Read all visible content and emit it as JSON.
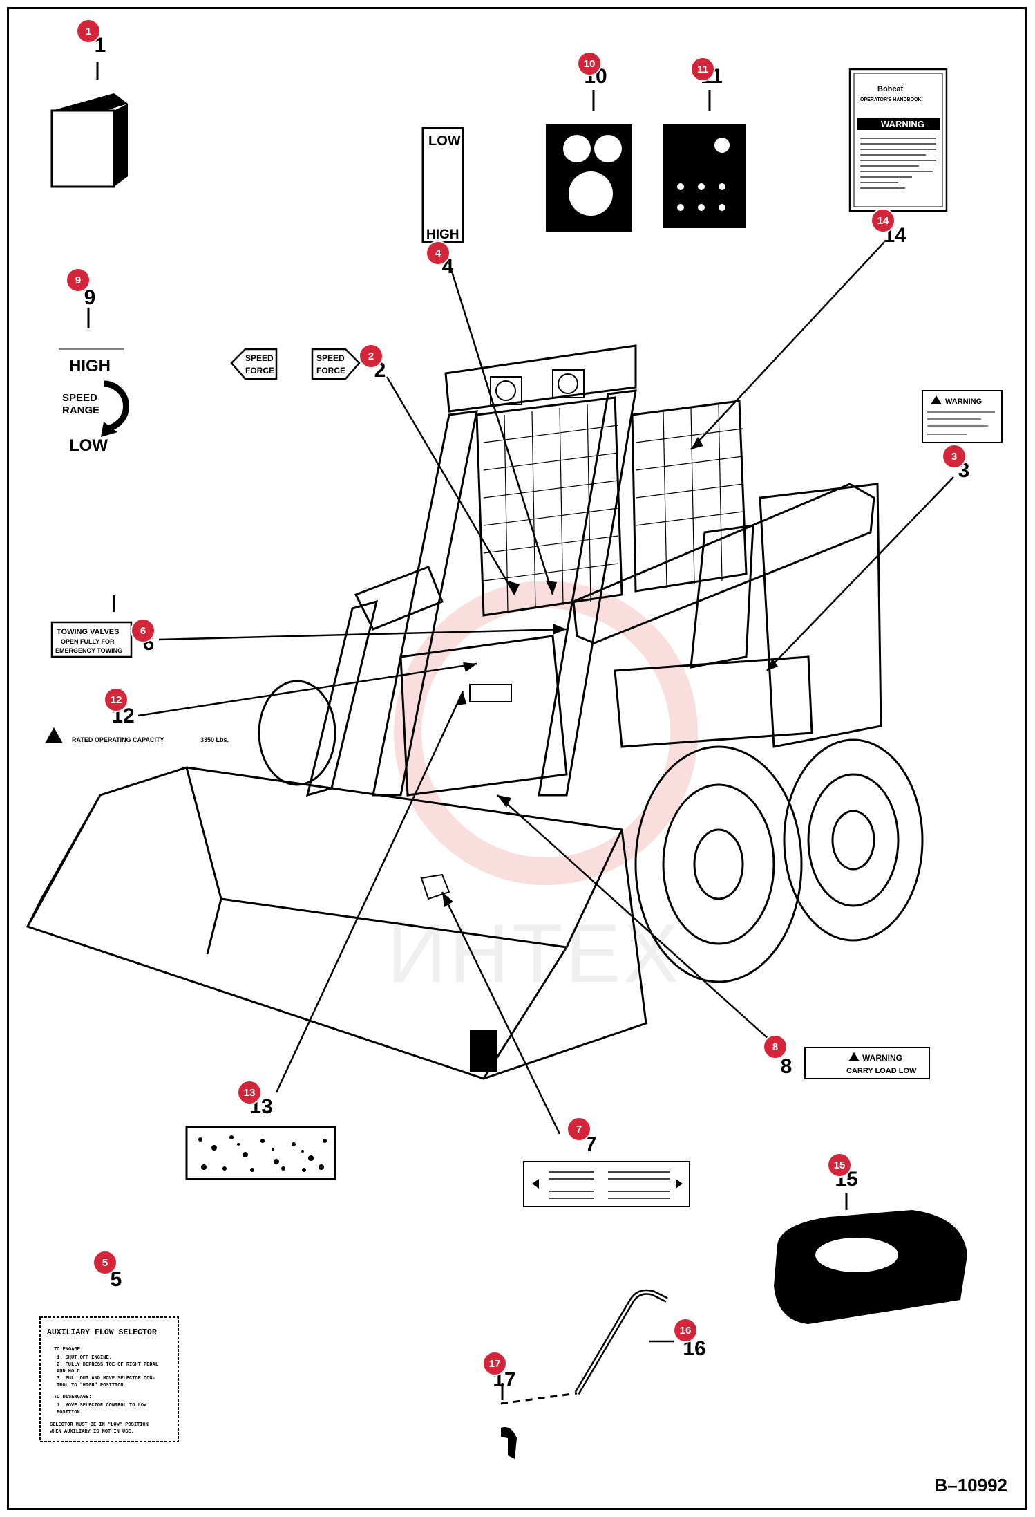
{
  "drawing_ref": "B–10992",
  "watermark": "ИНТЕХ",
  "callouts": [
    {
      "num": "1",
      "badge": "1"
    },
    {
      "num": "2",
      "badge": "2"
    },
    {
      "num": "3",
      "badge": "3"
    },
    {
      "num": "4",
      "badge": "4"
    },
    {
      "num": "5",
      "badge": "5"
    },
    {
      "num": "6",
      "badge": "6"
    },
    {
      "num": "7",
      "badge": "7"
    },
    {
      "num": "8",
      "badge": "8"
    },
    {
      "num": "9",
      "badge": "9"
    },
    {
      "num": "10",
      "badge": "10"
    },
    {
      "num": "11",
      "badge": "11"
    },
    {
      "num": "12",
      "badge": "12"
    },
    {
      "num": "13",
      "badge": "13"
    },
    {
      "num": "14",
      "badge": "14"
    },
    {
      "num": "15",
      "badge": "15"
    },
    {
      "num": "16",
      "badge": "16"
    },
    {
      "num": "17",
      "badge": "17"
    }
  ],
  "decals": {
    "low_high": {
      "top": "LOW",
      "bottom": "HIGH"
    },
    "speed_force": {
      "line1": "SPEED",
      "line2": "FORCE"
    },
    "speed_range": {
      "high": "HIGH",
      "label1": "SPEED",
      "label2": "RANGE",
      "low": "LOW"
    },
    "towing": {
      "line1": "TOWING VALVES",
      "line2": "OPEN FULLY FOR",
      "line3": "EMERGENCY TOWING"
    },
    "rated_capacity": {
      "text": "RATED OPERATING CAPACITY",
      "value": "3350 Lbs."
    },
    "warning_small": {
      "title": "WARNING"
    },
    "warning_manual": {
      "brand": "Bobcat",
      "subtitle": "OPERATOR'S HANDBOOK",
      "title": "WARNING"
    },
    "carry_low": {
      "title": "WARNING",
      "text": "CARRY LOAD LOW"
    },
    "aux_flow": {
      "title": "AUXILIARY FLOW SELECTOR",
      "engage_head": "TO ENGAGE:",
      "engage_steps": [
        "1. SHUT OFF ENGINE.",
        "2. FULLY DEPRESS TOE OF RIGHT PEDAL",
        "   AND HOLD.",
        "3. PULL OUT AND MOVE SELECTOR CON-",
        "   TROL TO \"HIGH\" POSITION."
      ],
      "disengage_head": "TO DISENGAGE:",
      "disengage_steps": [
        "1. MOVE SELECTOR CONTROL TO LOW",
        "   POSITION."
      ],
      "footer1": "SELECTOR MUST BE IN \"LOW\" POSITION",
      "footer2": "WHEN AUXILIARY IS NOT IN USE."
    }
  }
}
